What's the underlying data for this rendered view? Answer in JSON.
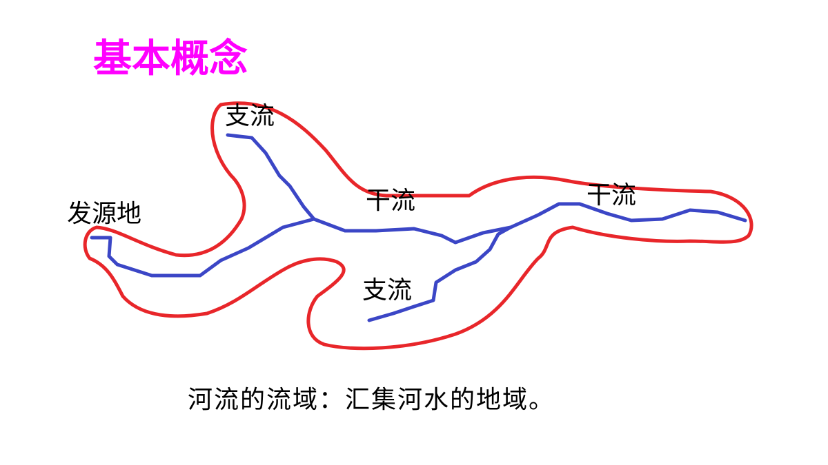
{
  "slide": {
    "title": "基本概念",
    "caption": "河流的流域：汇集河水的地域。"
  },
  "diagram": {
    "labels": {
      "source": "发源地",
      "tributary_upper": "支流",
      "tributary_lower": "支流",
      "mainstream_middle": "干流",
      "mainstream_right": "干流"
    },
    "colors": {
      "basin_outline": "#e8262a",
      "river": "#3b46c6",
      "title": "#ff00ff"
    }
  }
}
